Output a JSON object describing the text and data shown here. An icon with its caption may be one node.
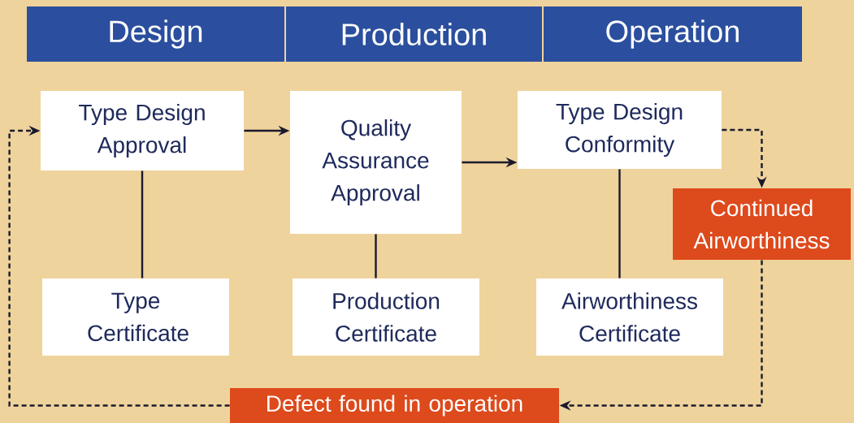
{
  "diagram": {
    "nodes": [
      {
        "text": [
          "Design"
        ]
      },
      {
        "text": [
          "Production"
        ]
      },
      {
        "text": [
          "Operation"
        ]
      },
      {
        "text": [
          "Type Design Approval"
        ]
      },
      {
        "text": [
          "Quality Assurance Approval"
        ]
      },
      {
        "text": [
          "Type Design Conformity"
        ]
      },
      {
        "text": [
          "Type Certificate"
        ]
      },
      {
        "text": [
          "Production Certificate"
        ]
      },
      {
        "text": [
          "Airworthiness Certificate"
        ]
      },
      {
        "text": [
          "Continued Airworthiness"
        ]
      },
      {
        "text": [
          "Defect found in operation"
        ]
      }
    ],
    "edges": [
      {
        "from": 3,
        "to": 4,
        "arrow": "to"
      },
      {
        "from": 4,
        "to": 5,
        "arrow": "to"
      },
      {
        "from": 3,
        "to": 6,
        "arrow": "none"
      },
      {
        "from": 4,
        "to": 7,
        "arrow": "none"
      },
      {
        "from": 5,
        "to": 8,
        "arrow": "none"
      },
      {
        "from": 5,
        "to": 9,
        "arrow": "to",
        "style": "dashed"
      },
      {
        "from": 9,
        "to": 10,
        "arrow": "to",
        "style": "dashed"
      },
      {
        "from": 10,
        "to": 3,
        "arrow": "to",
        "style": "dashed"
      }
    ]
  }
}
